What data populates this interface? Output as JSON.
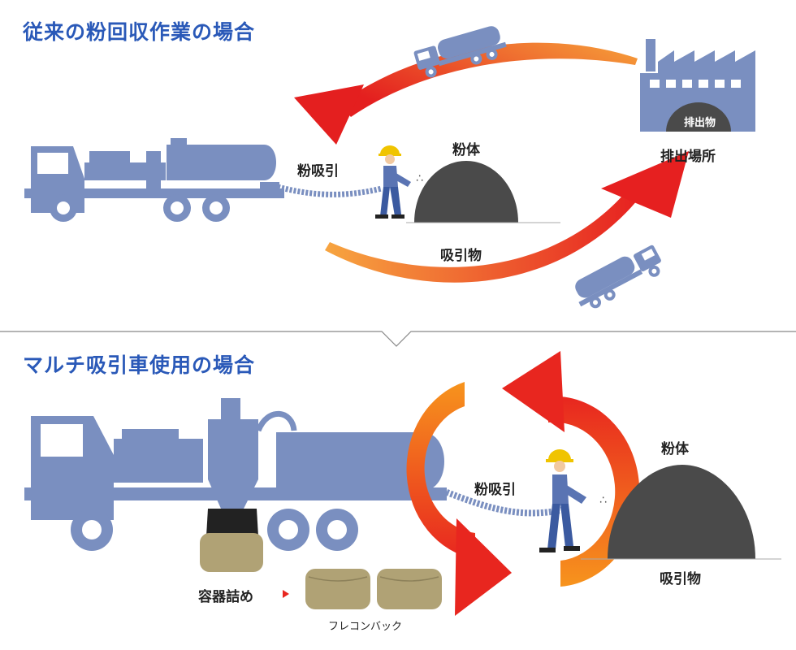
{
  "top": {
    "title": "従来の粉回収作業の場合",
    "label_powder": "粉体",
    "label_suction": "粉吸引",
    "label_sucked": "吸引物",
    "label_discharge_place": "排出場所",
    "label_discharge_item": "排出物"
  },
  "bottom": {
    "title": "マルチ吸引車使用の場合",
    "label_powder": "粉体",
    "label_suction": "粉吸引",
    "label_sucked": "吸引物",
    "label_container": "容器詰め",
    "label_flexible": "フレコンバック"
  },
  "colors": {
    "title": "#2a59b8",
    "vehicle": "#7a8fc0",
    "arrow_red": "#e82a22",
    "arrow_orange": "#f6821f",
    "powder": "#4a4a4a",
    "bag": "#b0a275"
  }
}
